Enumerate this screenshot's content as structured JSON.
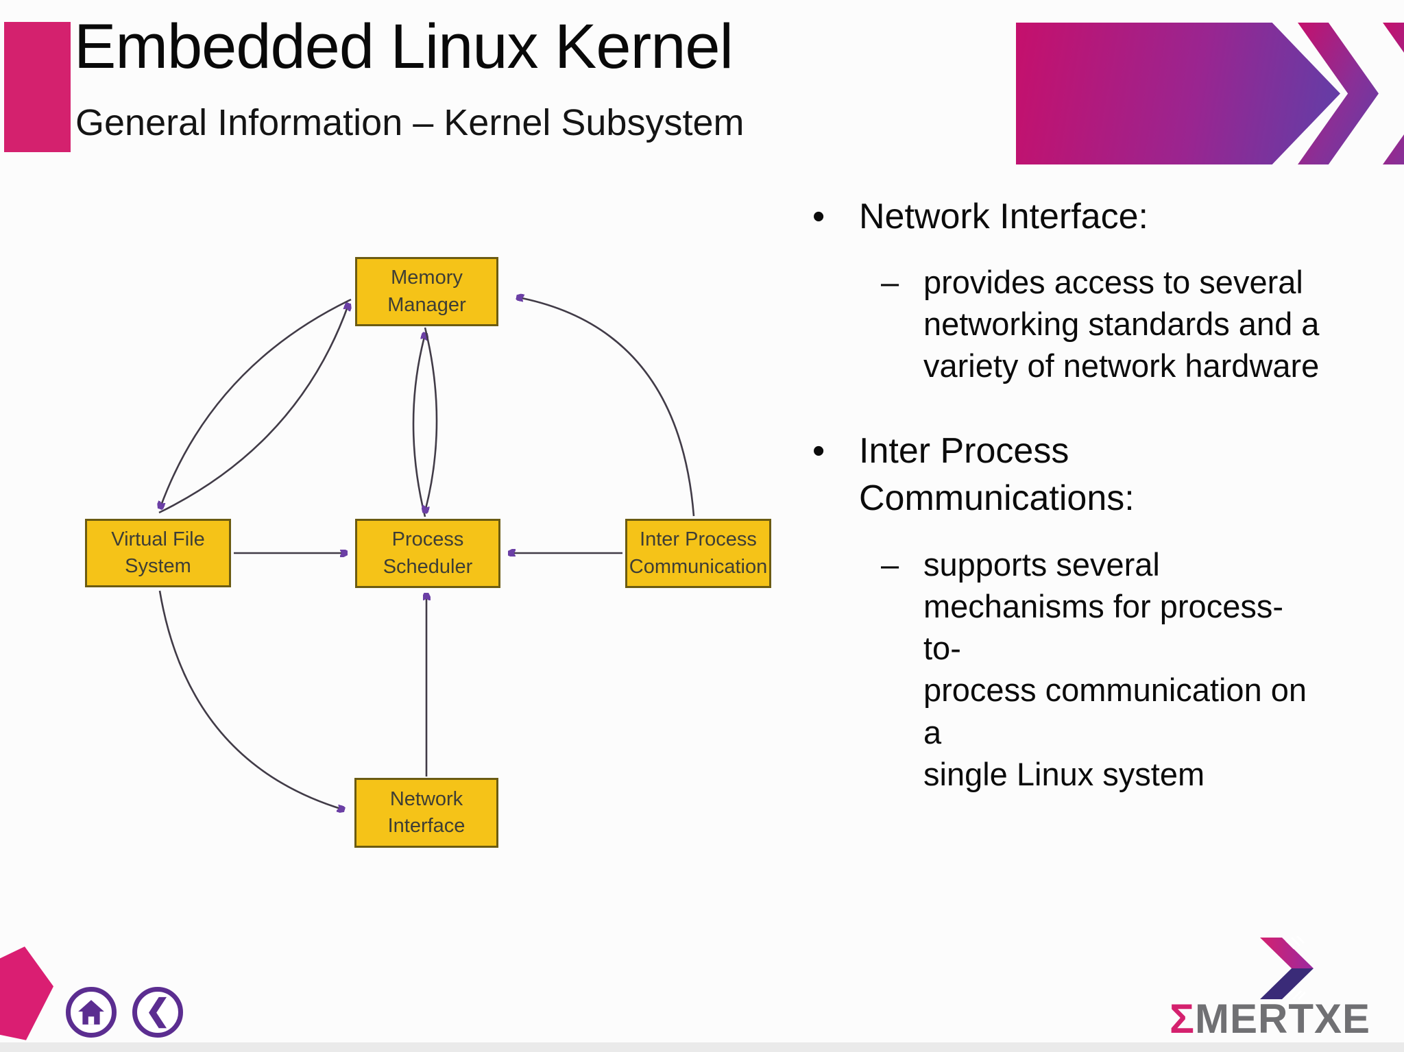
{
  "slide": {
    "title": "Embedded Linux Kernel",
    "subtitle": "General Information – Kernel Subsystem"
  },
  "diagram": {
    "boxes": {
      "memory_manager": "Memory\nManager",
      "virtual_file_system": "Virtual File\nSystem",
      "process_scheduler": "Process\nScheduler",
      "inter_process_communication": "Inter Process\nCommunication",
      "network_interface": "Network\nInterface"
    },
    "arrows": [
      "virtual-file-system -> process-scheduler",
      "inter-process-communication -> process-scheduler",
      "network-interface -> process-scheduler",
      "memory-manager <-> process-scheduler",
      "memory-manager <-> virtual-file-system",
      "inter-process-communication -> memory-manager",
      "virtual-file-system -> network-interface"
    ]
  },
  "bullets": [
    {
      "marker": "•",
      "label": "Network Interface:",
      "sub_marker": "–",
      "sub_text": "provides access to several\nnetworking standards and a\nvariety of network hardware"
    },
    {
      "marker": "•",
      "label": "Inter Process\nCommunications:",
      "sub_marker": "–",
      "sub_text": "supports several\nmechanisms for process-to-\nprocess communication on a\nsingle Linux system"
    }
  ],
  "footer": {
    "logo_sigma": "Σ",
    "logo_rest": "MERTXE",
    "back_glyph": "❮"
  },
  "colors": {
    "accent_pink": "#D4216E",
    "accent_purple": "#5F3FA8",
    "icon_purple": "#5B2D90",
    "box_fill": "#F5C318",
    "box_border": "#6B5B12",
    "arrow_line": "#413B47",
    "arrowhead_purple": "#6B3FA5",
    "logo_gray": "#707073"
  }
}
